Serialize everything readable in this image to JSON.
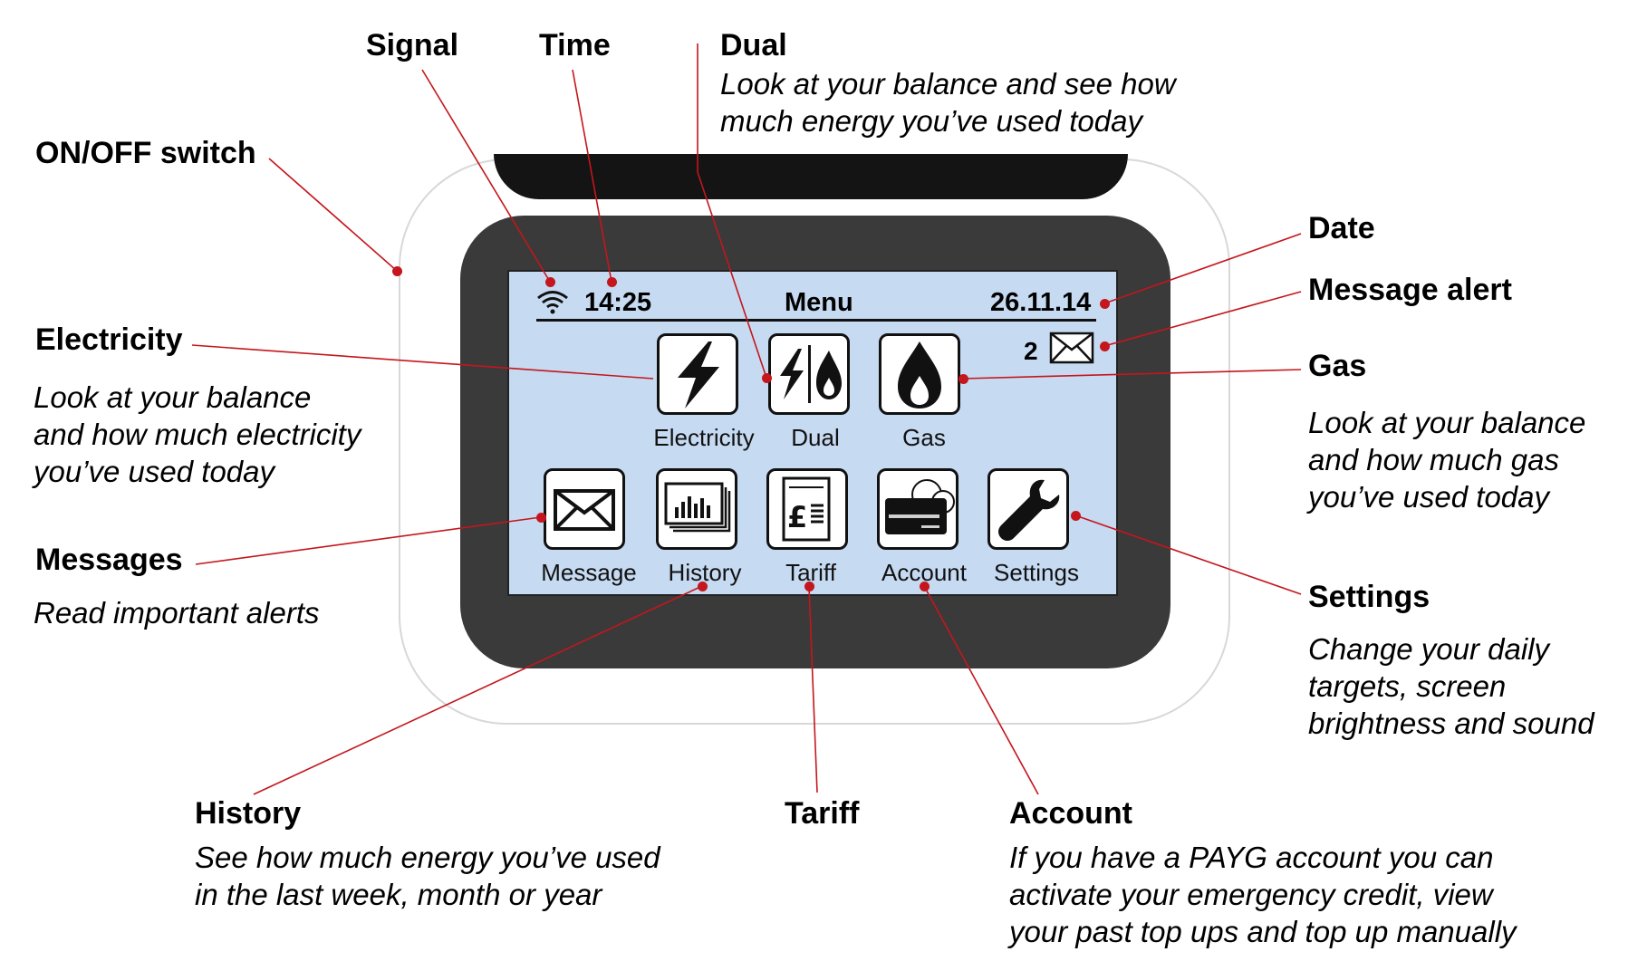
{
  "device": {
    "status_time": "14:25",
    "status_title": "Menu",
    "status_date": "26.11.14",
    "message_count": "2",
    "tiles_row1": [
      {
        "label": "Electricity",
        "icon": "lightning-icon"
      },
      {
        "label": "Dual",
        "icon": "lightning-flame-icon"
      },
      {
        "label": "Gas",
        "icon": "flame-icon"
      }
    ],
    "tiles_row2": [
      {
        "label": "Message",
        "icon": "envelope-icon"
      },
      {
        "label": "History",
        "icon": "bar-chart-icon"
      },
      {
        "label": "Tariff",
        "icon": "pound-document-icon"
      },
      {
        "label": "Account",
        "icon": "credit-card-icon"
      },
      {
        "label": "Settings",
        "icon": "wrench-icon"
      }
    ]
  },
  "callouts": {
    "signal": {
      "title": "Signal"
    },
    "time": {
      "title": "Time"
    },
    "dual": {
      "title": "Dual",
      "desc": [
        "Look at your balance and see how",
        "much energy you’ve used today"
      ]
    },
    "onoff": {
      "title": "ON/OFF switch"
    },
    "date": {
      "title": "Date"
    },
    "message_alert": {
      "title": "Message alert"
    },
    "electricity": {
      "title": "Electricity",
      "desc": [
        "Look at your balance",
        "and how much electricity",
        "you’ve used today"
      ]
    },
    "gas": {
      "title": "Gas",
      "desc": [
        "Look at your balance",
        "and how much gas",
        "you’ve used today"
      ]
    },
    "messages": {
      "title": "Messages",
      "desc": [
        "Read important alerts"
      ]
    },
    "settings": {
      "title": "Settings",
      "desc": [
        "Change your daily",
        "targets, screen",
        "brightness and sound"
      ]
    },
    "history": {
      "title": "History",
      "desc": [
        "See how much energy you’ve used",
        "in the last week, month or year"
      ]
    },
    "tariff": {
      "title": "Tariff"
    },
    "account": {
      "title": "Account",
      "desc": [
        "If you have a PAYG account you can",
        "activate your emergency credit, view",
        "your past top ups and top up manually"
      ]
    }
  },
  "colors": {
    "leader_line": "#c4161c",
    "screen": "#c6daf2",
    "bezel": "#3a3a3a"
  }
}
